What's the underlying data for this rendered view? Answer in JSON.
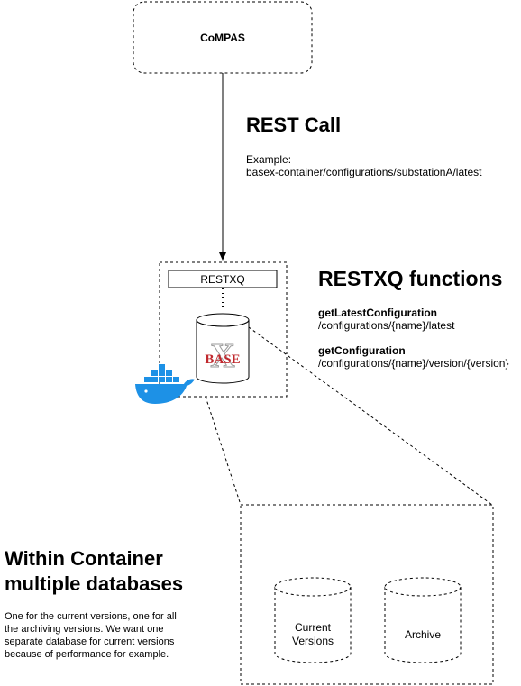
{
  "compas": {
    "label": "CoMPAS"
  },
  "rest_call": {
    "title": "REST Call",
    "example_label": "Example:",
    "example_path": "basex-container/configurations/substationA/latest"
  },
  "restxq": {
    "box_label": "RESTXQ"
  },
  "basex_logo": {
    "letter": "X",
    "word": "BASE"
  },
  "restxq_functions": {
    "title": "RESTXQ functions",
    "items": [
      {
        "name": "getLatestConfiguration",
        "path": "/configurations/{name}/latest"
      },
      {
        "name": "getConfiguration",
        "path": "/configurations/{name}/version/{version}"
      }
    ]
  },
  "within_container": {
    "title_line1": "Within Container",
    "title_line2": "multiple databases",
    "description": [
      "One for the current versions, one for all",
      "the archiving versions. We want one",
      "separate database for current versions",
      "because of performance for example."
    ]
  },
  "databases": {
    "current_line1": "Current",
    "current_line2": "Versions",
    "archive": "Archive"
  },
  "colors": {
    "docker_blue": "#1d91e6",
    "basex_red": "#c0282d",
    "stroke": "#000000"
  }
}
